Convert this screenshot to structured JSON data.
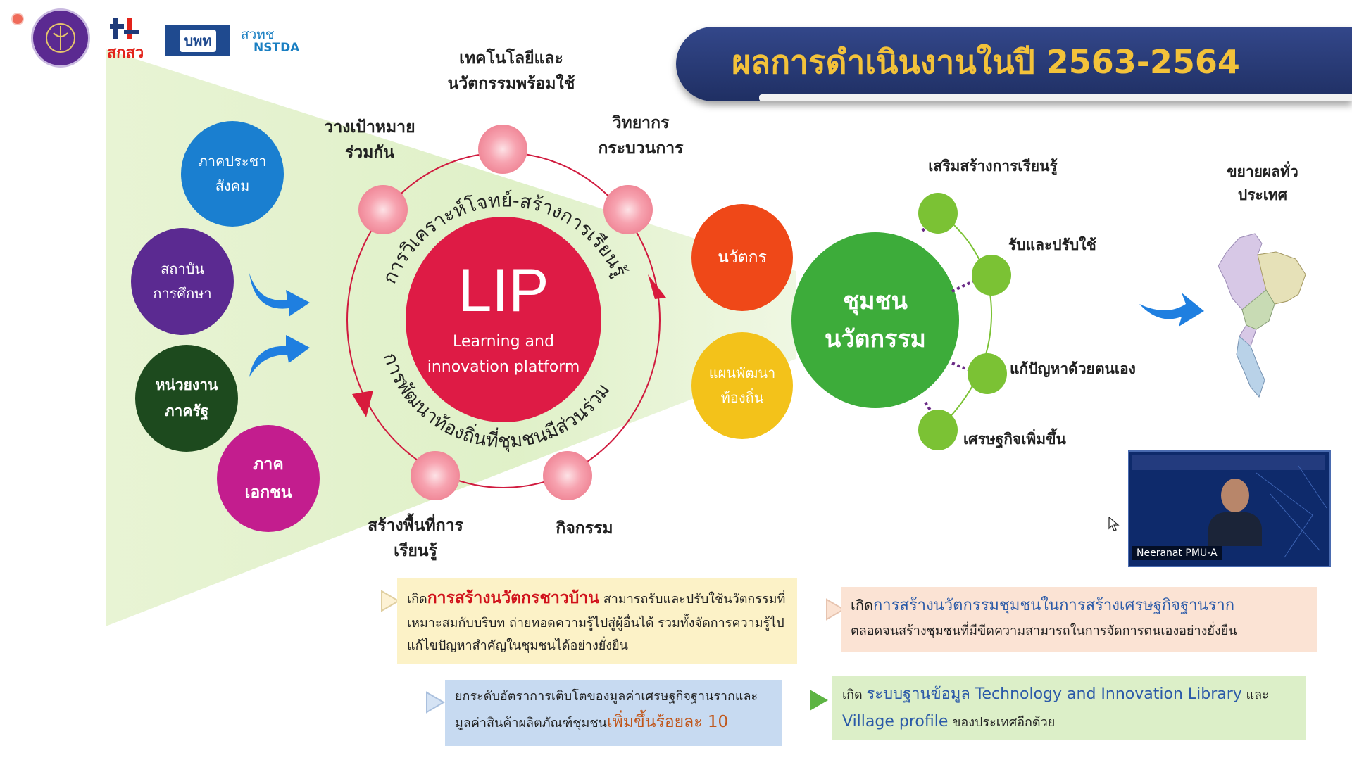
{
  "header": {
    "title": "ผลการดำเนินงานในปี 2563-2564",
    "logos": {
      "skso": "สกสว",
      "bmp": "บพท",
      "nstda_th": "สวทช",
      "nstda_en": "NSTDA"
    }
  },
  "stakeholders": [
    {
      "label": "ภาคประชา\nสังคม",
      "color": "#1a7fd0"
    },
    {
      "label": "สถาบัน\nการศึกษา",
      "color": "#5b2a91"
    },
    {
      "label": "หน่วยงาน\nภาครัฐ",
      "color": "#1d4a1e"
    },
    {
      "label": "ภาค\nเอกชน",
      "color": "#c31d8e"
    }
  ],
  "lip": {
    "title": "LIP",
    "subtitle_line1": "Learning and",
    "subtitle_line2": "innovation platform",
    "arc_top": "การวิเคราะห์โจทย์-สร้างการเรียนรู้",
    "arc_bottom": "การพัฒนาท้องถิ่นที่ชุมชนมีส่วนร่วม",
    "nodes": {
      "tech": "เทคโนโลยีและ\nนวัตกรรมพร้อมใช้",
      "goal": "วางเป้าหมาย\nร่วมกัน",
      "facilitator": "วิทยากร\nกระบวนการ",
      "learning_space": "สร้างพื้นที่การ\nเรียนรู้",
      "activity": "กิจกรรม"
    }
  },
  "outputs": {
    "innovator": "นวัตกร",
    "local_plan": "แผนพัฒนา\nท้องถิ่น",
    "community": "ชุมชน\nนวัตกรรม"
  },
  "outcomes": [
    "เสริมสร้างการเรียนรู้",
    "รับและปรับใช้",
    "แก้ปัญหาด้วยตนเอง",
    "เศรษฐกิจเพิ่มขึ้น"
  ],
  "expand": {
    "label": "ขยายผลทั่ว\nประเทศ"
  },
  "video": {
    "name": "Neeranat PMU-A"
  },
  "results": {
    "box1_prefix": "เกิด",
    "box1_highlight": "การสร้างนวัตกรชาวบ้าน",
    "box1_text": " สามารถรับและปรับใช้นวัตกรรมที่เหมาะสมกับบริบท ถ่ายทอดความรู้ไปสู่ผู้อื่นได้ รวมทั้งจัดการความรู้ไปแก้ไขปัญหาสำคัญในชุมชนได้อย่างยั่งยืน",
    "box2_prefix": "เกิด",
    "box2_highlight": "การสร้างนวัตกรรมชุมชนในการสร้างเศรษฐกิจฐานราก",
    "box2_text": "ตลอดจนสร้างชุมชนที่มีขีดความสามารถในการจัดการตนเองอย่างยั่งยืน",
    "box3_text": "ยกระดับอัตราการเติบโตของมูลค่าเศรษฐกิจฐานรากและมูลค่าสินค้าผลิตภัณฑ์ชุมชน",
    "box3_highlight": "เพิ่มขึ้นร้อยละ 10",
    "box4_prefix": "เกิด",
    "box4_highlight1": "ระบบฐานข้อมูล Technology and Innovation Library",
    "box4_and": " และ ",
    "box4_highlight2": "Village profile",
    "box4_text": " ของประเทศอีกด้วย"
  },
  "colors": {
    "header_bg": "#283a73",
    "header_text": "#f3c23a",
    "lip_red": "#de1b45",
    "innovator": "#ef4818",
    "local_plan": "#f3c21a",
    "community": "#3dac3a",
    "outcome_dot": "#7bc234"
  }
}
